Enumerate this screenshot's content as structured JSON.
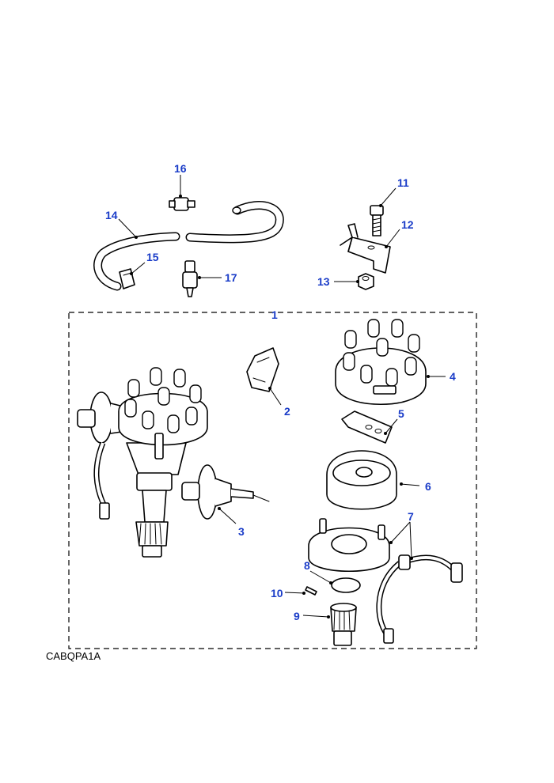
{
  "diagram": {
    "reference_code": "CABQPA1A",
    "callout_color": "#1a3cc8",
    "callouts": [
      {
        "id": "c1",
        "label": "1",
        "part": "distributor-assembly"
      },
      {
        "id": "c2",
        "label": "2",
        "part": "module"
      },
      {
        "id": "c3",
        "label": "3",
        "part": "vacuum-unit"
      },
      {
        "id": "c4",
        "label": "4",
        "part": "distributor-cap"
      },
      {
        "id": "c5",
        "label": "5",
        "part": "rotor-arm"
      },
      {
        "id": "c6",
        "label": "6",
        "part": "dust-shield"
      },
      {
        "id": "c7",
        "label": "7",
        "part": "pickup-harness"
      },
      {
        "id": "c8",
        "label": "8",
        "part": "o-ring"
      },
      {
        "id": "c9",
        "label": "9",
        "part": "drive-gear"
      },
      {
        "id": "c10",
        "label": "10",
        "part": "roll-pin"
      },
      {
        "id": "c11",
        "label": "11",
        "part": "bolt"
      },
      {
        "id": "c12",
        "label": "12",
        "part": "clamp-bracket"
      },
      {
        "id": "c13",
        "label": "13",
        "part": "nut"
      },
      {
        "id": "c14",
        "label": "14",
        "part": "vacuum-hose"
      },
      {
        "id": "c15",
        "label": "15",
        "part": "hose-clip"
      },
      {
        "id": "c16",
        "label": "16",
        "part": "connector"
      },
      {
        "id": "c17",
        "label": "17",
        "part": "valve"
      }
    ]
  }
}
